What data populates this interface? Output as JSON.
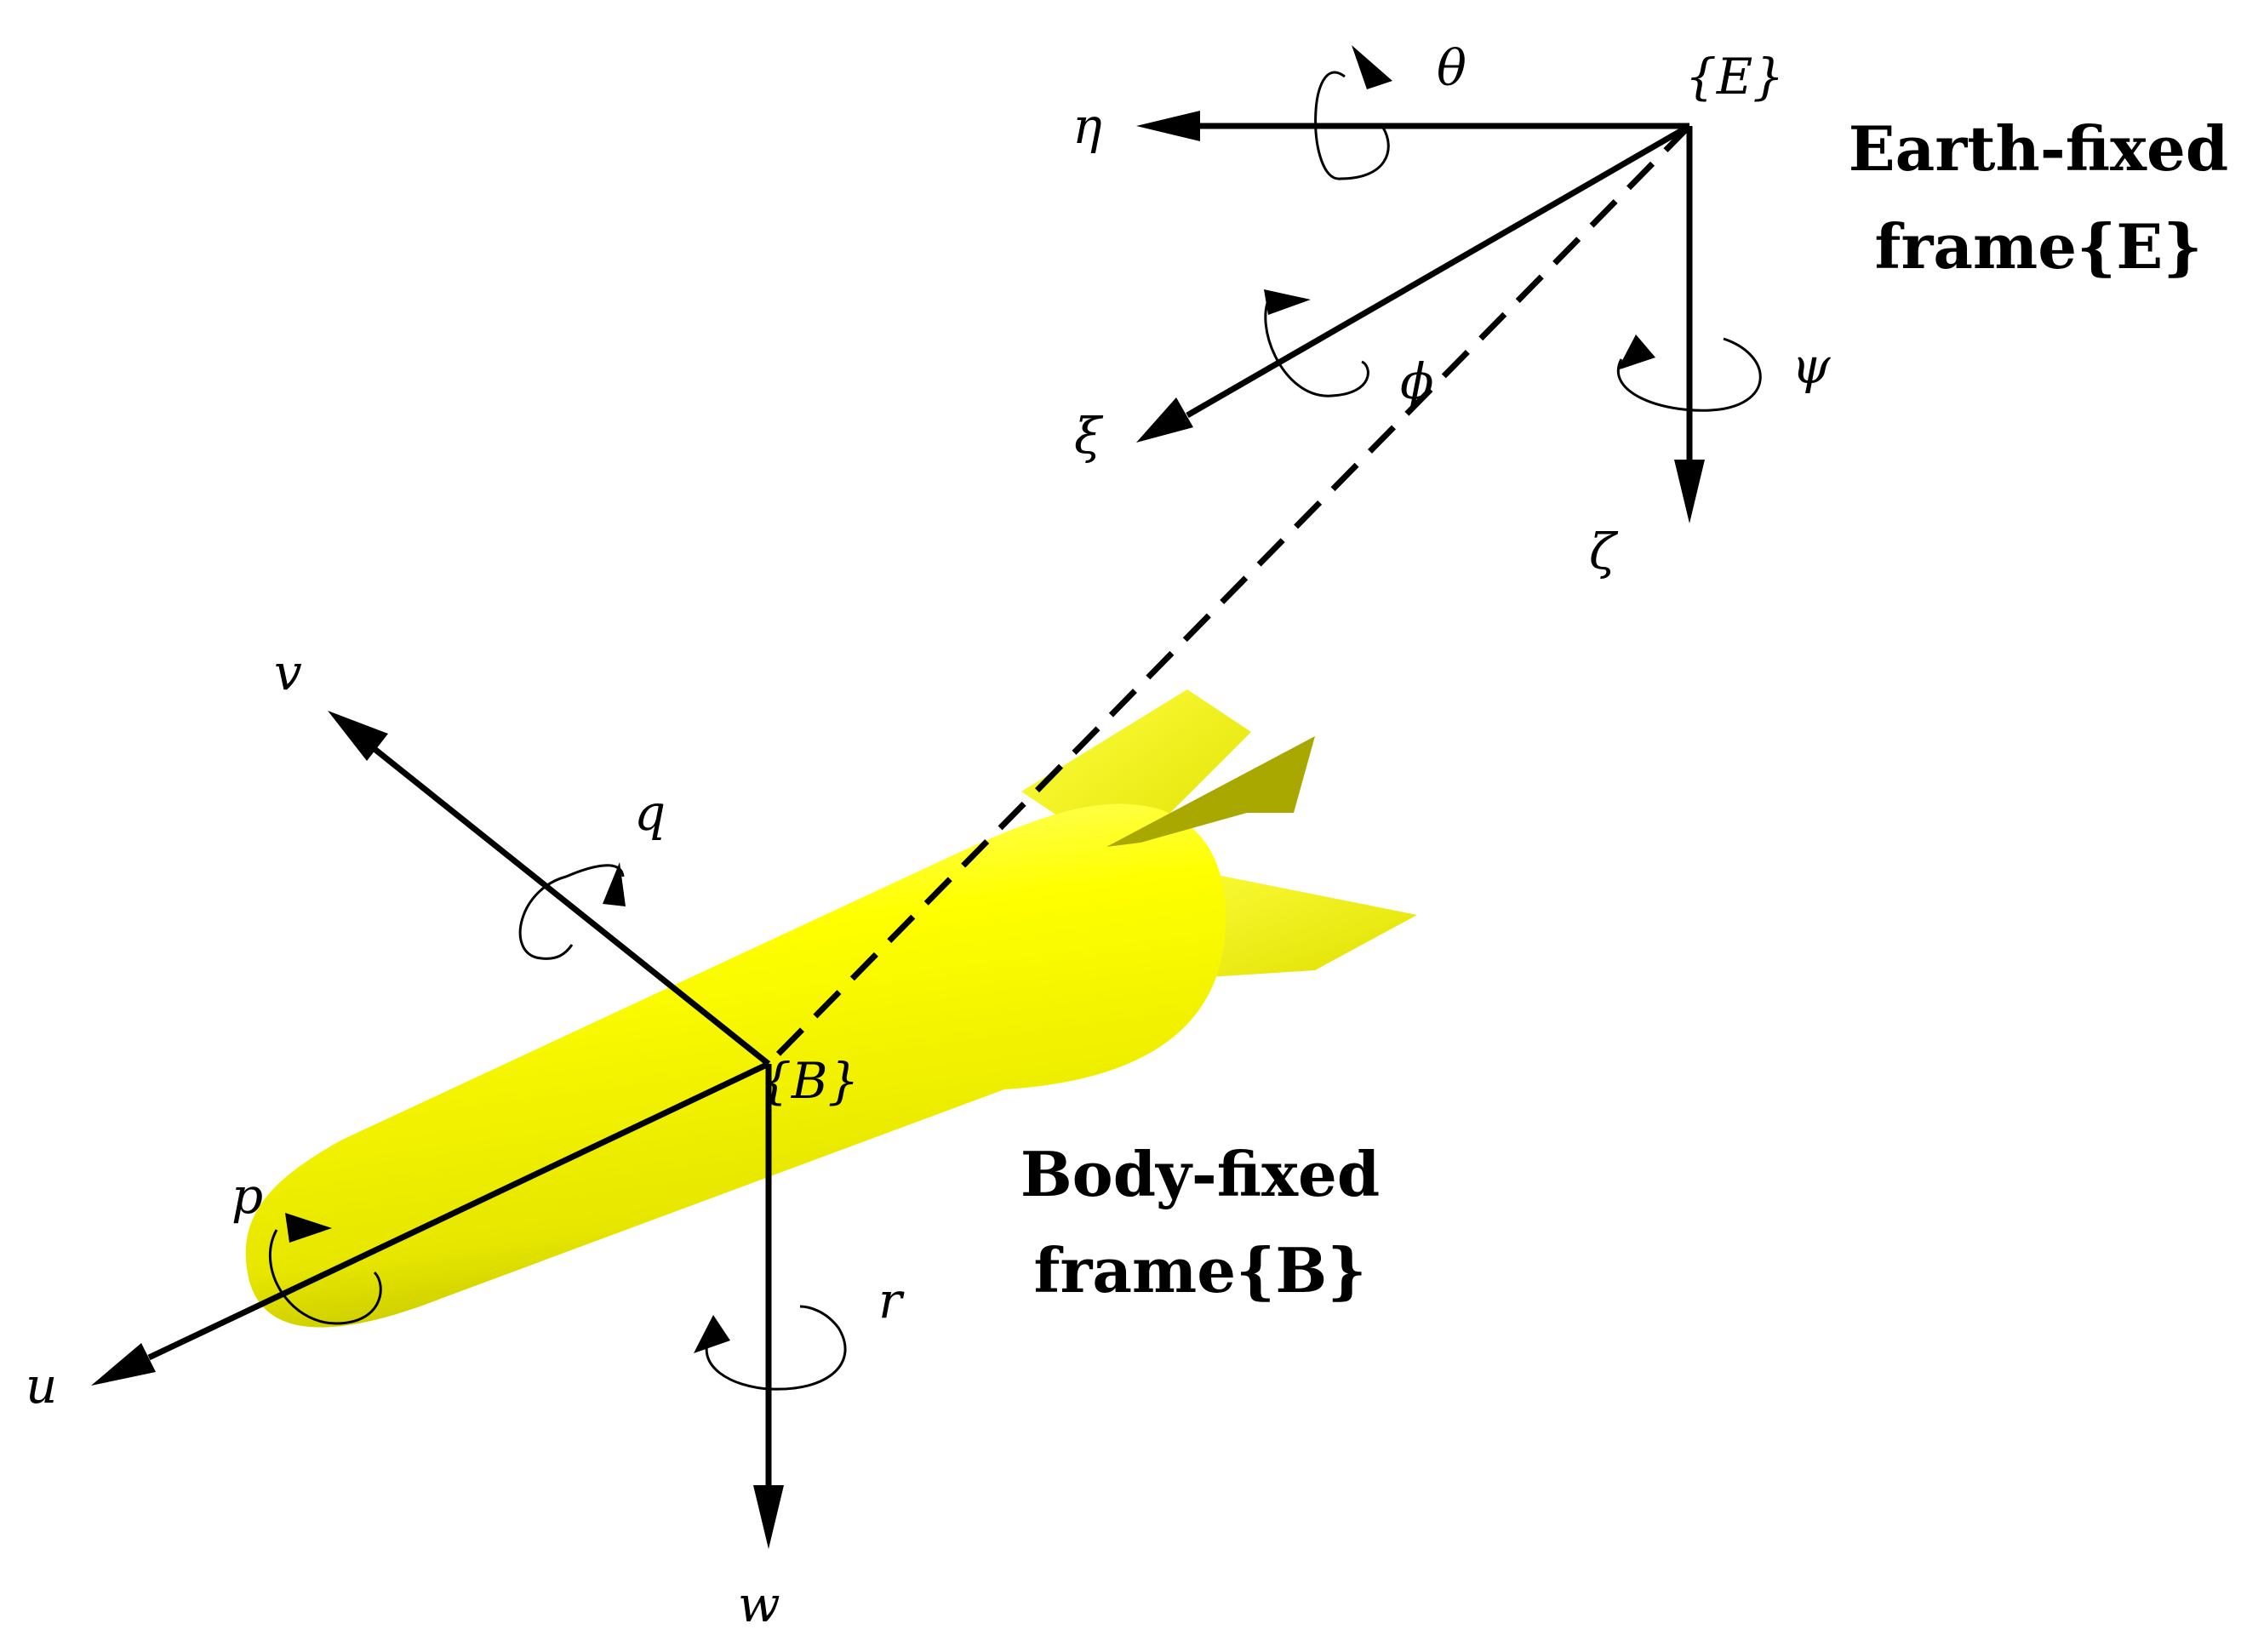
{
  "earth_frame": {
    "title_line1": "Earth-fixed",
    "title_line2": "frame{E}",
    "origin_label": "{E}",
    "axes": {
      "eta": "η",
      "xi": "ξ",
      "zeta": "ζ"
    },
    "rotations": {
      "theta": "θ",
      "phi": "ϕ",
      "psi": "ψ"
    }
  },
  "body_frame": {
    "title_line1": "Body-fixed",
    "title_line2": "frame{B}",
    "origin_label": "{B}",
    "axes": {
      "u": "u",
      "v": "v",
      "w": "w"
    },
    "rotations": {
      "p": "p",
      "q": "q",
      "r": "r"
    }
  },
  "colors": {
    "vehicle_body": "#ffff00",
    "vehicle_shadow": "#c8c800",
    "lines": "#000000"
  }
}
